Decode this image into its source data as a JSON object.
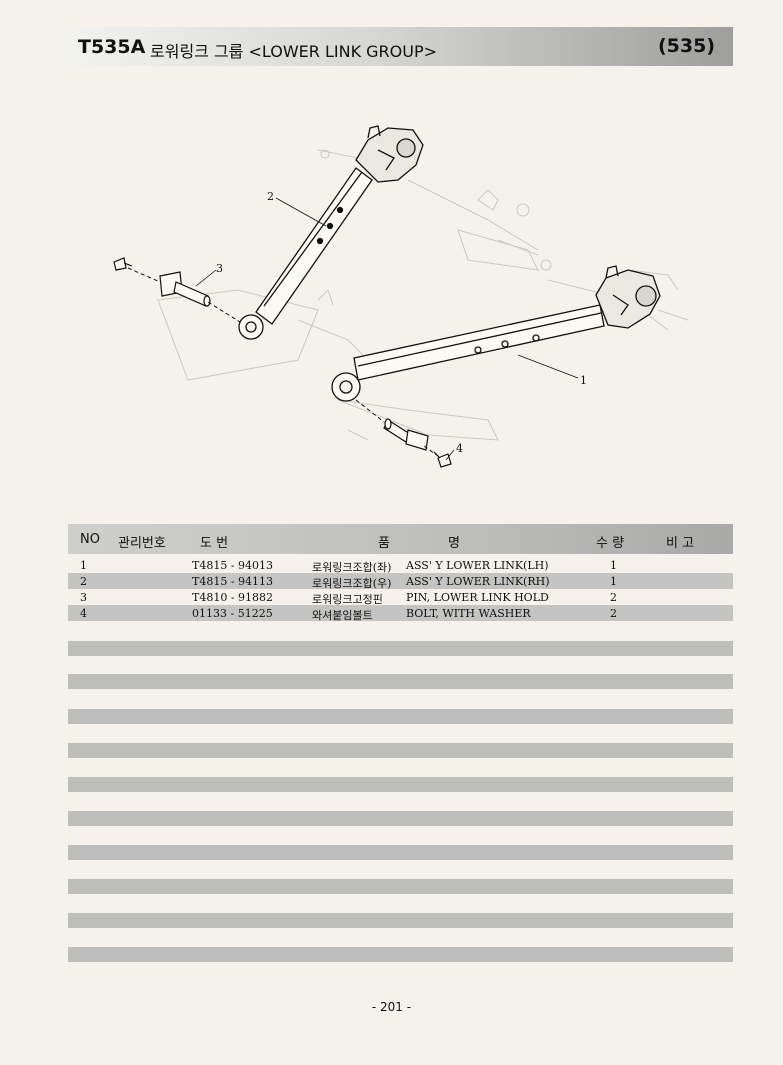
{
  "header": {
    "code": "T535A",
    "title": "로워링크 그룹 <LOWER LINK GROUP>",
    "page_ref": "(535)"
  },
  "diagram": {
    "callouts": [
      "1",
      "2",
      "3",
      "4"
    ]
  },
  "table": {
    "headers": {
      "no": "NO",
      "mgmt": "관리번호",
      "part_no": "도    번",
      "name_1": "품",
      "name_2": "명",
      "qty": "수 량",
      "remark": "비 고"
    },
    "rows": [
      {
        "no": "1",
        "part_no": "T4815 - 94013",
        "name_ko": "로워링크조합(좌)",
        "name_en": "ASS' Y LOWER LINK(LH)",
        "qty": "1"
      },
      {
        "no": "2",
        "part_no": "T4815 - 94113",
        "name_ko": "로워링크조합(우)",
        "name_en": "ASS' Y LOWER LINK(RH)",
        "qty": "1"
      },
      {
        "no": "3",
        "part_no": "T4810 - 91882",
        "name_ko": "로워링크고정핀",
        "name_en": "PIN, LOWER LINK HOLD",
        "qty": "2"
      },
      {
        "no": "4",
        "part_no": "01133 - 51225",
        "name_ko": "와셔붙임볼트",
        "name_en": "BOLT, WITH WASHER",
        "qty": "2"
      }
    ]
  },
  "footer": {
    "page_number": "- 201 -"
  },
  "colors": {
    "paper": "#f4f2ea",
    "band": "#c4c4c1",
    "ink": "#111111"
  }
}
